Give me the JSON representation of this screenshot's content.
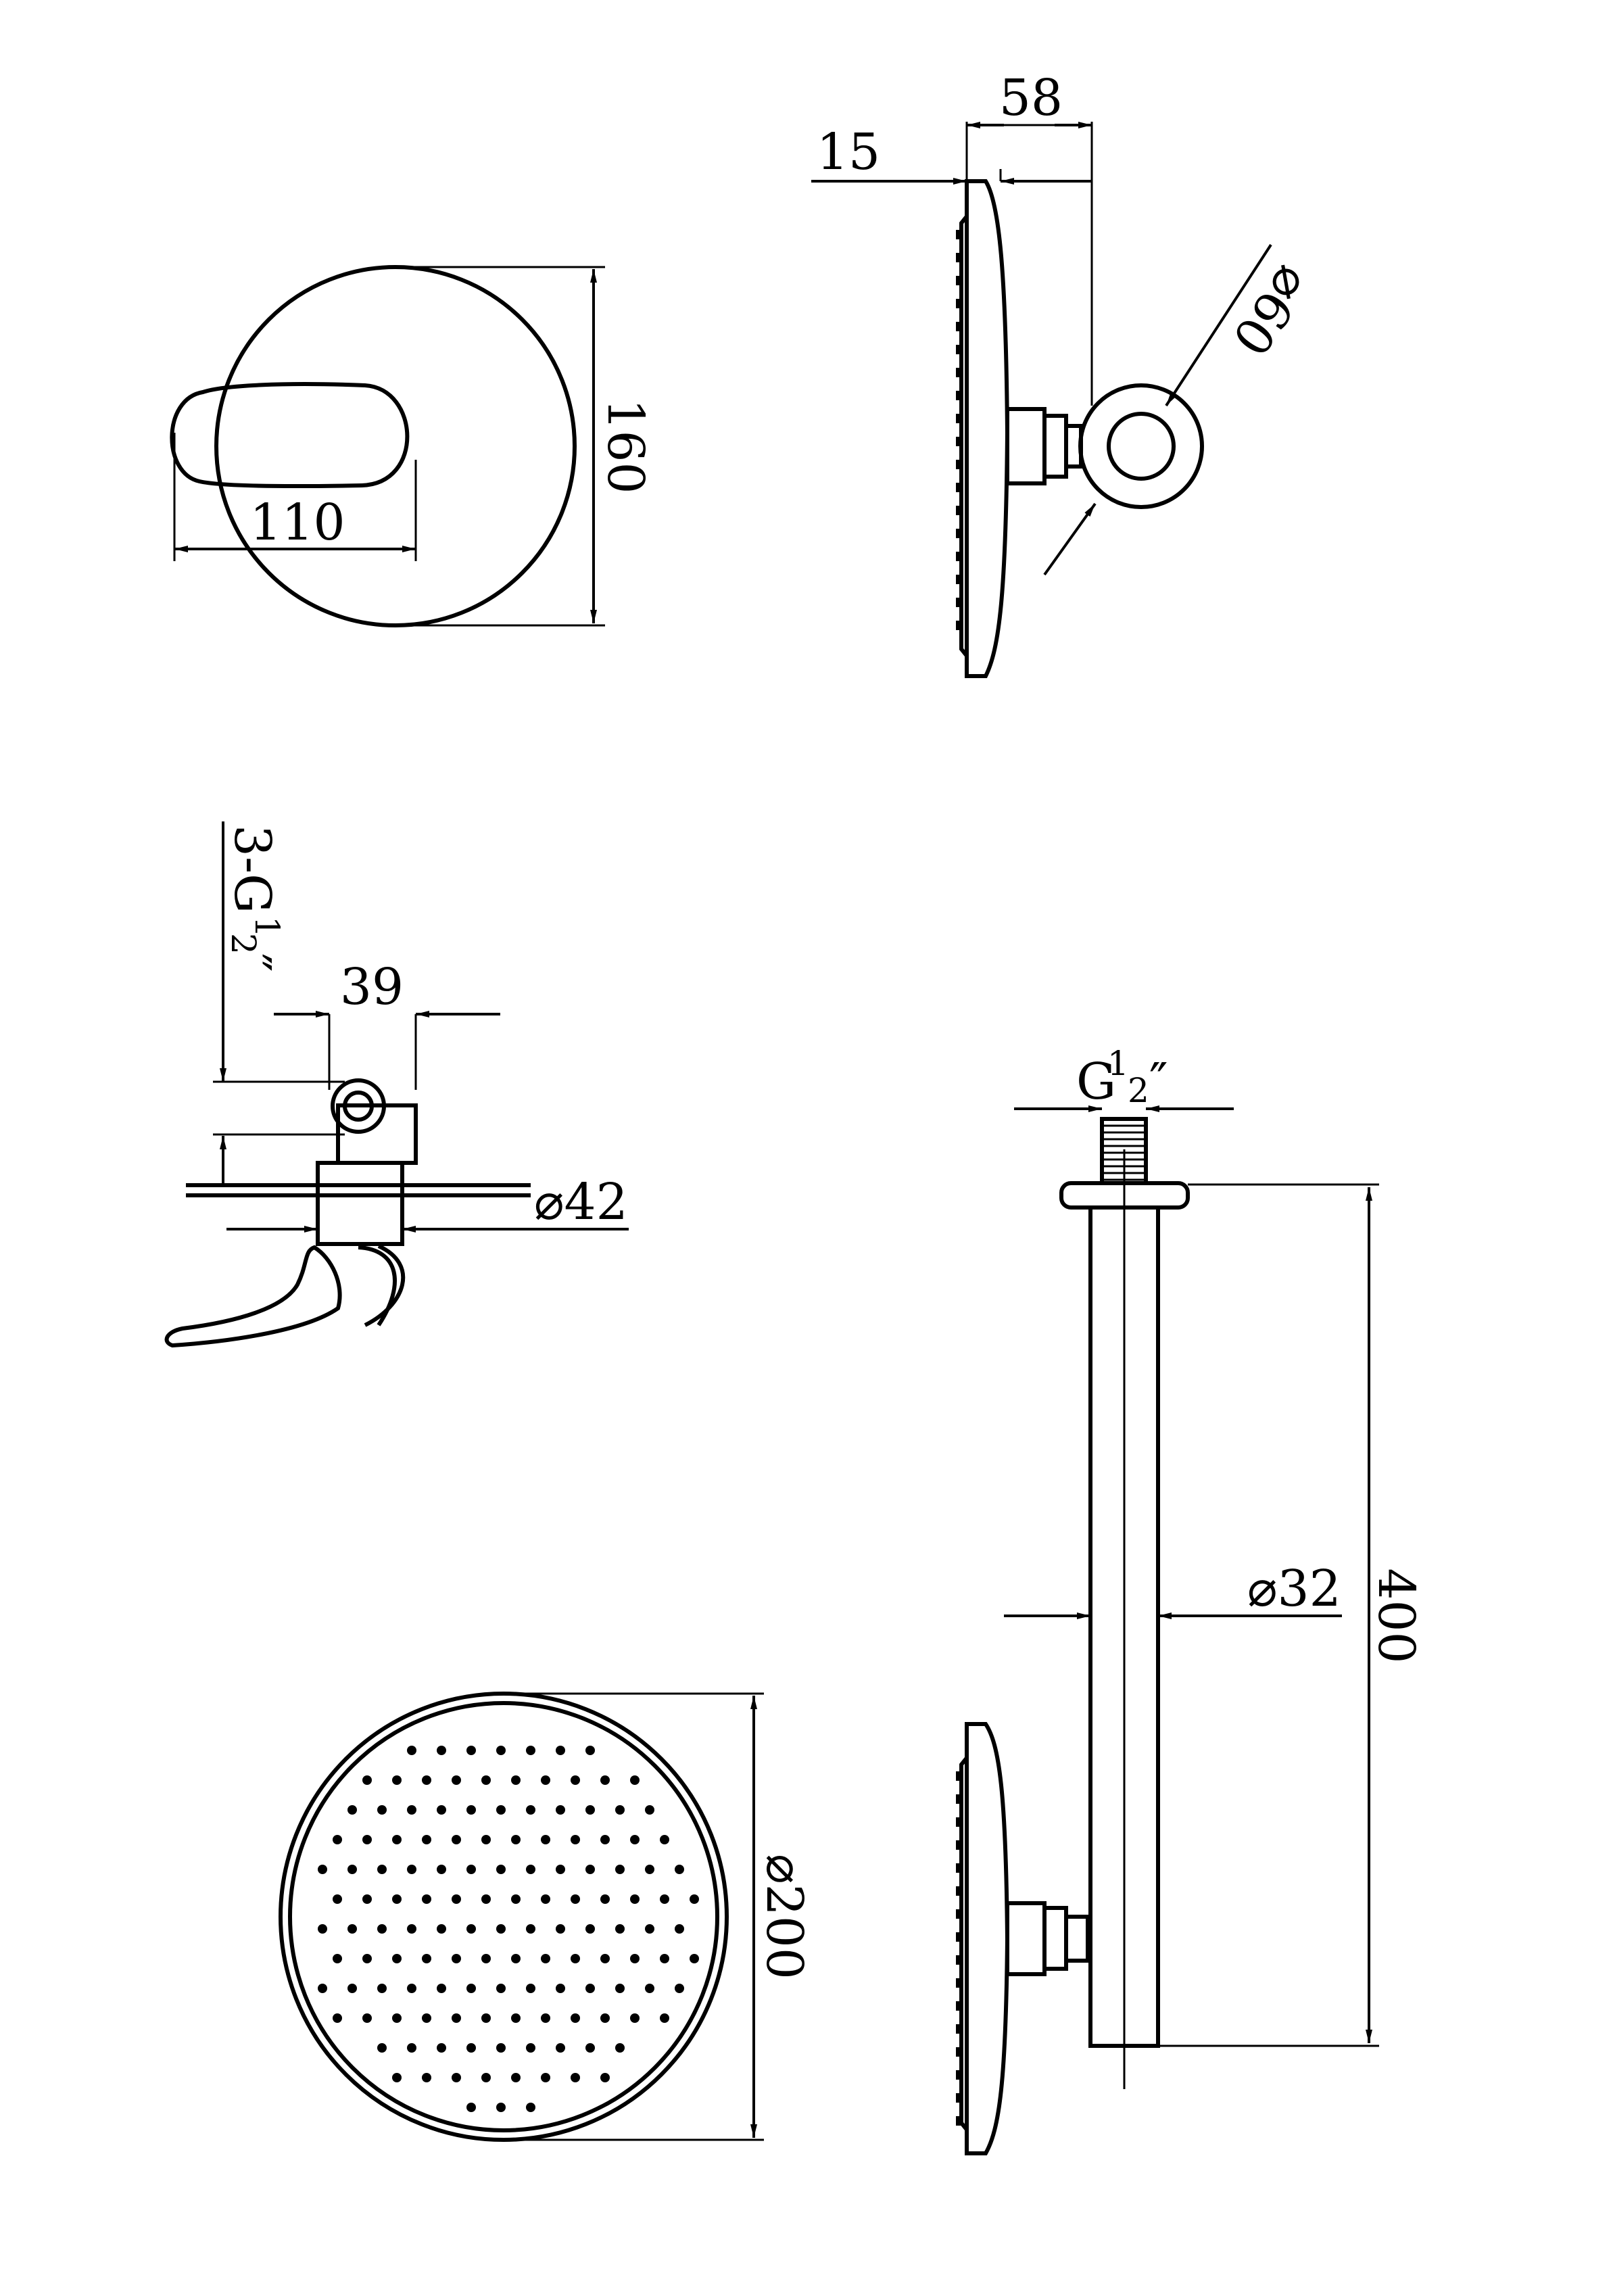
{
  "dimensions": {
    "mixer_width": "110",
    "mixer_height": "160",
    "arm_offset": "15",
    "head_depth": "58",
    "flange_diameter": "⌀60",
    "inlet_thread_prefix": "3-G",
    "inlet_thread_num": "1",
    "inlet_thread_den": "2",
    "inlet_thread_suffix": "″",
    "body_depth": "39",
    "cartridge_diameter": "⌀42",
    "arm_thread_prefix": "G",
    "arm_thread_num": "1",
    "arm_thread_den": "2",
    "arm_thread_suffix": "″",
    "arm_diameter": "⌀32",
    "arm_length": "400",
    "head_diameter": "⌀200"
  },
  "colors": {
    "line": "#000000",
    "background": "#ffffff"
  }
}
